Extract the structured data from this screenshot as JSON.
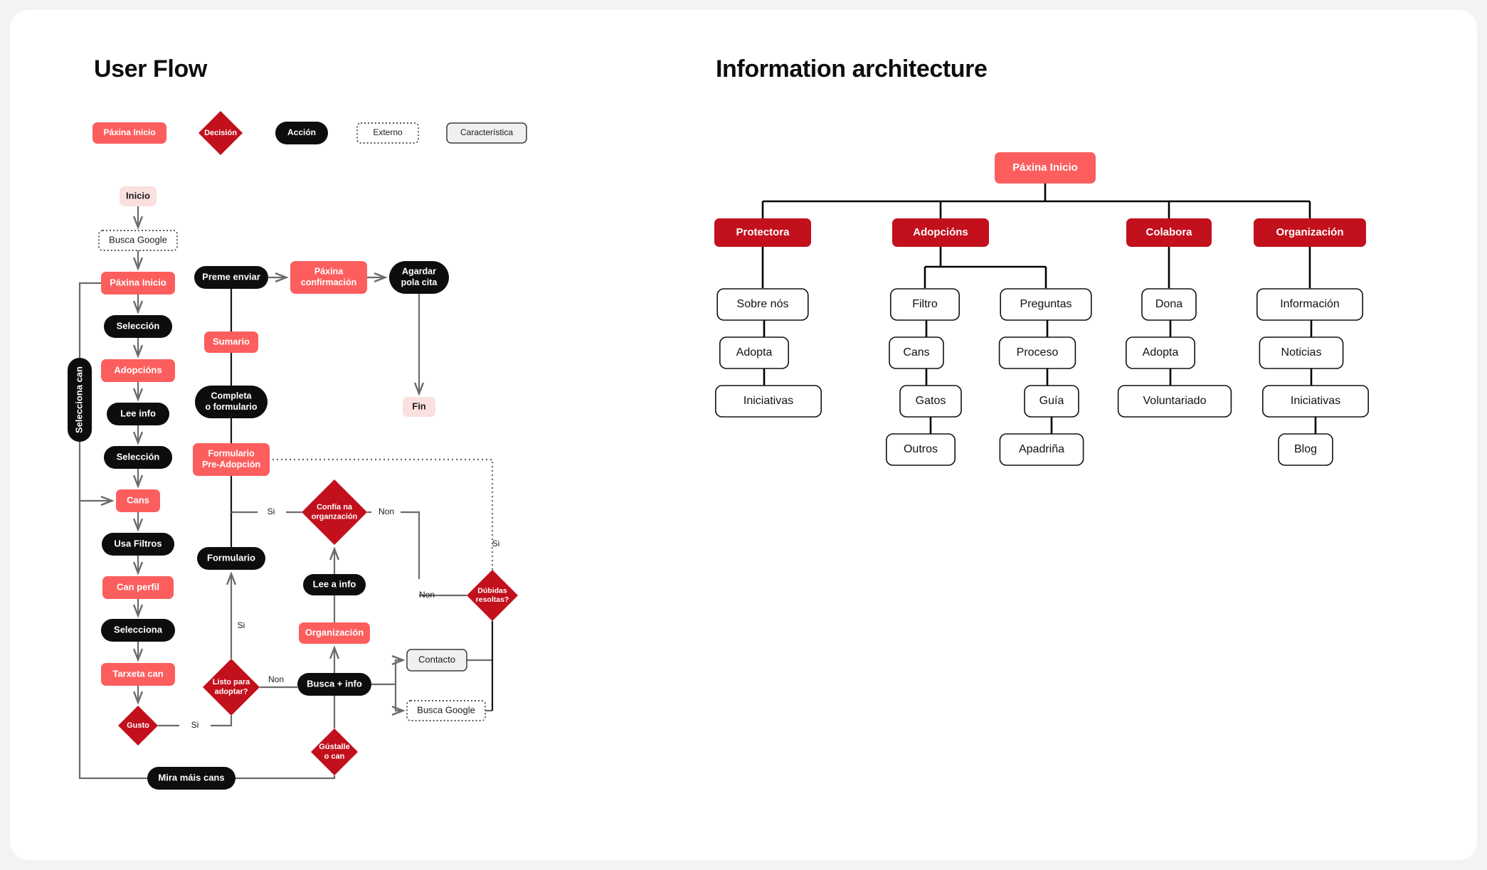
{
  "sections": {
    "user_flow_title": "User Flow",
    "information_architecture_title": "Information architecture"
  },
  "colors": {
    "page_bg": "#f3f3f1",
    "canvas_bg": "#ffffff",
    "coral": "#fc5e5e",
    "coral_pale": "#fbe0e0",
    "crimson": "#c2101c",
    "black": "#0d0d0d",
    "grey_fill": "#f0f0f0",
    "line": "#6b6b6b",
    "line_dark": "#141414"
  },
  "legend": [
    {
      "label": "Páxina Inicio",
      "shape": "rounded-rect",
      "style": "coral"
    },
    {
      "label": "Decisión",
      "shape": "diamond",
      "style": "crimson"
    },
    {
      "label": "Acción",
      "shape": "pill",
      "style": "black"
    },
    {
      "label": "Externo",
      "shape": "rect-dotted",
      "style": "outline-dotted"
    },
    {
      "label": "Característica",
      "shape": "rect",
      "style": "grey"
    }
  ],
  "user_flow": {
    "nodes": [
      {
        "id": "inicio",
        "label": "Inicio",
        "style": "coral-pale",
        "shape": "rounded-rect"
      },
      {
        "id": "busca-google-1",
        "label": "Busca Google",
        "style": "outline-dotted",
        "shape": "rect-dotted"
      },
      {
        "id": "paxina-inicio",
        "label": "Páxina Inicio",
        "style": "coral",
        "shape": "rounded-rect"
      },
      {
        "id": "seleccion-1",
        "label": "Selección",
        "style": "black",
        "shape": "pill"
      },
      {
        "id": "adopcions",
        "label": "Adopcións",
        "style": "coral",
        "shape": "rounded-rect"
      },
      {
        "id": "lee-info",
        "label": "Lee info",
        "style": "black",
        "shape": "pill"
      },
      {
        "id": "seleccion-2",
        "label": "Selección",
        "style": "black",
        "shape": "pill"
      },
      {
        "id": "cans",
        "label": "Cans",
        "style": "coral",
        "shape": "rounded-rect"
      },
      {
        "id": "usa-filtros",
        "label": "Usa Filtros",
        "style": "black",
        "shape": "pill"
      },
      {
        "id": "can-perfil",
        "label": "Can perfil",
        "style": "coral",
        "shape": "rounded-rect"
      },
      {
        "id": "selecciona",
        "label": "Selecciona",
        "style": "black",
        "shape": "pill"
      },
      {
        "id": "tarxeta-can",
        "label": "Tarxeta can",
        "style": "coral",
        "shape": "rounded-rect"
      },
      {
        "id": "gusto",
        "label": "Gusto",
        "style": "crimson",
        "shape": "diamond"
      },
      {
        "id": "selecciona-can",
        "label": "Selecciona can",
        "style": "black",
        "shape": "pill-vertical"
      },
      {
        "id": "mira-mais-cans",
        "label": "Mira máis cans",
        "style": "black",
        "shape": "pill"
      },
      {
        "id": "preme-enviar",
        "label": "Preme enviar",
        "style": "black",
        "shape": "pill"
      },
      {
        "id": "sumario",
        "label": "Sumario",
        "style": "coral",
        "shape": "rounded-rect"
      },
      {
        "id": "completa-formulario",
        "label": "Completa o formulario",
        "style": "black",
        "shape": "pill",
        "lines": [
          "Completa",
          "o formulario"
        ]
      },
      {
        "id": "formulario-pre-adopcion",
        "label": "Formulario Pre-Adopción",
        "style": "coral",
        "shape": "rounded-rect",
        "lines": [
          "Formulario",
          "Pre-Adopción"
        ]
      },
      {
        "id": "formulario",
        "label": "Formulario",
        "style": "black",
        "shape": "pill"
      },
      {
        "id": "listo-para-adoptar",
        "label": "Listo para adoptar?",
        "style": "crimson",
        "shape": "diamond",
        "lines": [
          "Listo para",
          "adoptar?"
        ]
      },
      {
        "id": "paxina-confirmacion",
        "label": "Páxina confirmación",
        "style": "coral",
        "shape": "rounded-rect",
        "lines": [
          "Páxina",
          "confirmación"
        ]
      },
      {
        "id": "agardar-pola-cita",
        "label": "Agardar pola cita",
        "style": "black",
        "shape": "pill",
        "lines": [
          "Agardar",
          "pola cita"
        ]
      },
      {
        "id": "fin",
        "label": "Fin",
        "style": "coral-pale",
        "shape": "rounded-rect"
      },
      {
        "id": "confia-na-organzacion",
        "label": "Confía na organzación",
        "style": "crimson",
        "shape": "diamond",
        "lines": [
          "Confía na",
          "organzación"
        ]
      },
      {
        "id": "lee-a-info",
        "label": "Lee a info",
        "style": "black",
        "shape": "pill"
      },
      {
        "id": "organizacion",
        "label": "Organización",
        "style": "coral",
        "shape": "rounded-rect"
      },
      {
        "id": "busca-mas-info",
        "label": "Busca + info",
        "style": "black",
        "shape": "pill"
      },
      {
        "id": "gustalle-o-can",
        "label": "Gústalle o can",
        "style": "crimson",
        "shape": "diamond",
        "lines": [
          "Gústalle",
          "o can"
        ]
      },
      {
        "id": "dubidas-resoltas",
        "label": "Dúbidas resoltas?",
        "style": "crimson",
        "shape": "diamond",
        "lines": [
          "Dúbidas",
          "resoltas?"
        ]
      },
      {
        "id": "contacto",
        "label": "Contacto",
        "style": "grey",
        "shape": "rect"
      },
      {
        "id": "busca-google-2",
        "label": "Busca Google",
        "style": "outline-dotted",
        "shape": "rect-dotted"
      }
    ],
    "edge_labels": [
      {
        "label": "Si",
        "from": "formulario-pre-adopcion",
        "to": "confia-na-organzacion"
      },
      {
        "label": "Non",
        "from": "confia-na-organzacion",
        "to": "dubidas-resoltas"
      },
      {
        "label": "Si",
        "from": "dubidas-resoltas",
        "to": "formulario-pre-adopcion"
      },
      {
        "label": "Non",
        "from": "dubidas-resoltas",
        "to": "fin"
      },
      {
        "label": "Si",
        "from": "listo-para-adoptar",
        "to": "formulario"
      },
      {
        "label": "Non",
        "from": "listo-para-adoptar",
        "to": "busca-mas-info"
      },
      {
        "label": "Si",
        "from": "gusto",
        "to": "listo-para-adoptar"
      }
    ]
  },
  "information_architecture": {
    "root": {
      "label": "Páxina Inicio",
      "style": "coral"
    },
    "branches": [
      {
        "label": "Protectora",
        "style": "crimson",
        "columns": [
          {
            "items": [
              "Sobre nós",
              "Adopta",
              "Iniciativas"
            ]
          }
        ]
      },
      {
        "label": "Adopcións",
        "style": "crimson",
        "columns": [
          {
            "items": [
              "Filtro",
              "Cans",
              "Gatos",
              "Outros"
            ]
          },
          {
            "items": [
              "Preguntas",
              "Proceso",
              "Guía",
              "Apadriña"
            ]
          }
        ]
      },
      {
        "label": "Colabora",
        "style": "crimson",
        "columns": [
          {
            "items": [
              "Dona",
              "Adopta",
              "Voluntariado"
            ]
          }
        ]
      },
      {
        "label": "Organización",
        "style": "crimson",
        "columns": [
          {
            "items": [
              "Información",
              "Noticias",
              "Iniciativas",
              "Blog"
            ]
          }
        ]
      }
    ]
  }
}
